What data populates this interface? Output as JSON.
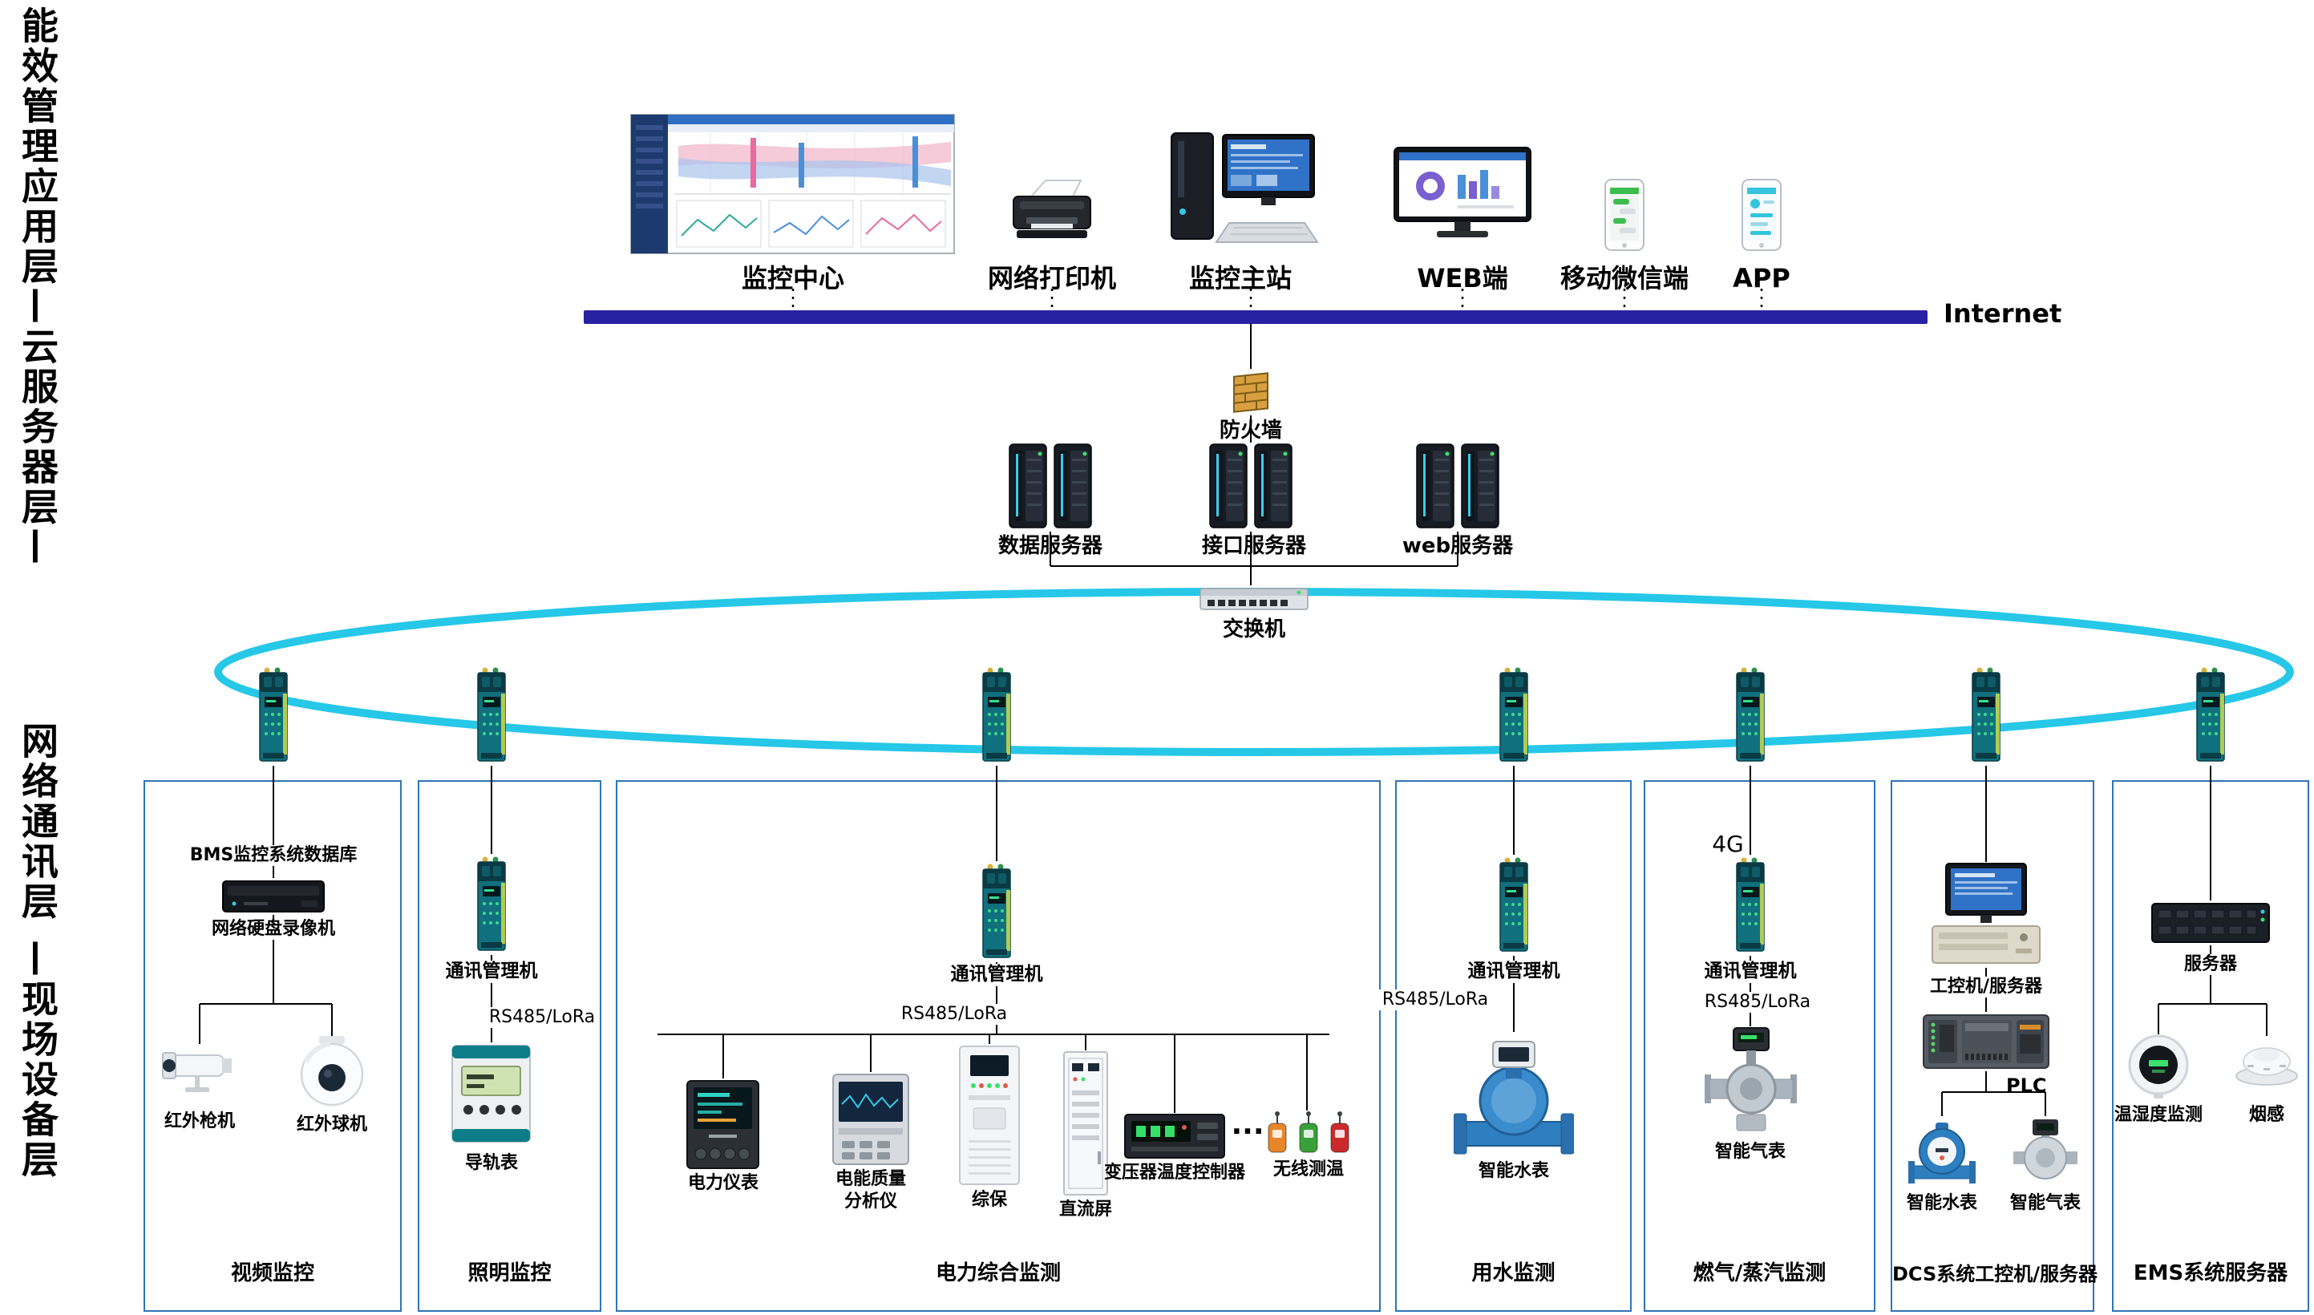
{
  "side": {
    "top": "能效管理应用层—云服务器层—",
    "middle": "网络通讯层",
    "bottom": "—现场设备层"
  },
  "top_row": {
    "monitor_center": "监控中心",
    "printer": "网络打印机",
    "master": "监控主站",
    "web": "WEB端",
    "wechat": "移动微信端",
    "app": "APP"
  },
  "internet": "Internet",
  "firewall": "防火墙",
  "servers": {
    "data": "数据服务器",
    "interface": "接口服务器",
    "web": "web服务器"
  },
  "switch": "交换机",
  "colors": {
    "backbone": "#2721a4",
    "ring": "#27c7e8",
    "zone_border": "#2e75b6"
  },
  "zones": [
    {
      "title": "视频监控",
      "bms": "BMS监控系统数据库",
      "nvr": "网络硬盘录像机",
      "bullet": "红外枪机",
      "dome": "红外球机"
    },
    {
      "title": "照明监控",
      "comm": "通讯管理机",
      "rs485": "RS485/LoRa",
      "meter": "导轨表"
    },
    {
      "title": "电力综合监测",
      "comm": "通讯管理机",
      "rs485": "RS485/LoRa",
      "power_meter": "电力仪表",
      "pq1": "电能质量",
      "pq2": "分析仪",
      "protection": "综保",
      "dc_panel": "直流屏",
      "transformer": "变压器温度控制器",
      "ellipsis": "···",
      "wireless": "无线测温"
    },
    {
      "title": "用水监测",
      "comm": "通讯管理机",
      "rs485": "RS485/LoRa",
      "meter": "智能水表"
    },
    {
      "title": "燃气/蒸汽监测",
      "g4": "4G",
      "comm": "通讯管理机",
      "rs485": "RS485/LoRa",
      "meter": "智能气表"
    },
    {
      "title": "DCS系统工控机/服务器",
      "ipc": "工控机/服务器",
      "plc": "PLC",
      "water": "智能水表",
      "gas": "智能气表"
    },
    {
      "title": "EMS系统服务器",
      "server": "服务器",
      "temphum": "温湿度监测",
      "smoke": "烟感"
    }
  ]
}
